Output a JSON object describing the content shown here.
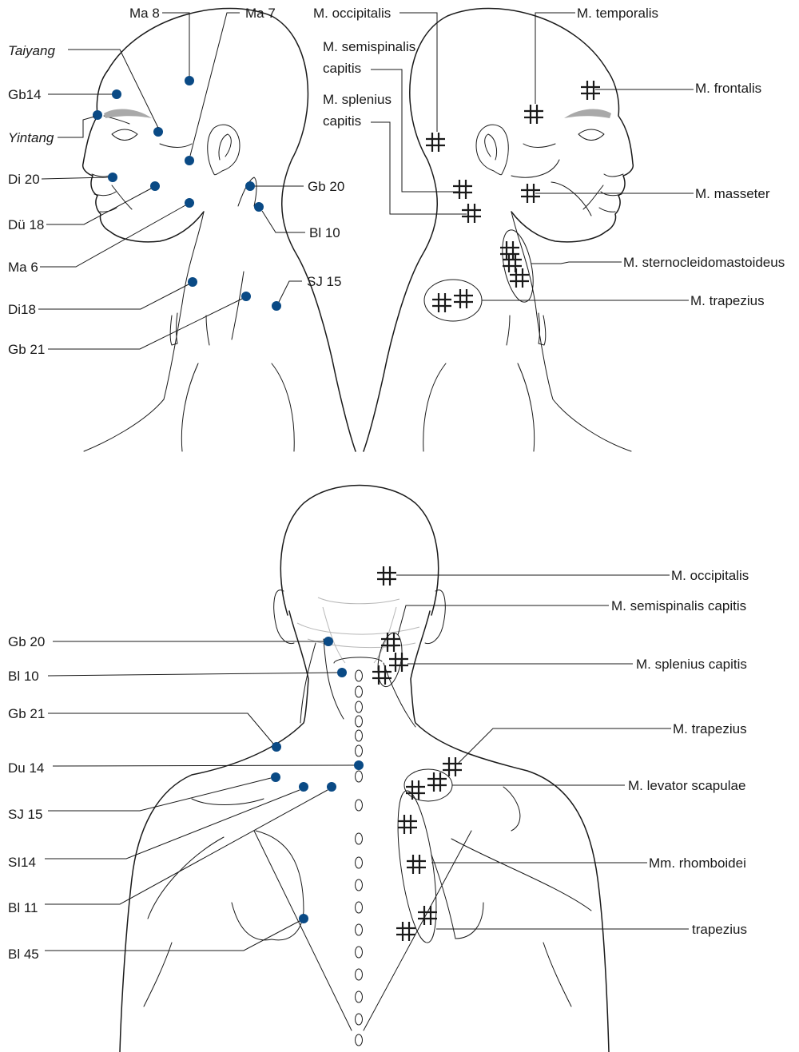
{
  "acupoint_color": "#0a4a85",
  "side_view_left": {
    "labels": {
      "ma8": "Ma 8",
      "ma7": "Ma 7",
      "taiyang": "Taiyang",
      "gb14": "Gb14",
      "yintang": "Yintang",
      "di20": "Di 20",
      "du18": "Dü 18",
      "ma6": "Ma 6",
      "di18": "Di18",
      "gb21": "Gb 21",
      "gb20": "Gb 20",
      "bl10": "Bl 10",
      "sj15": "SJ 15"
    }
  },
  "side_view_right": {
    "labels": {
      "occipitalis": "M. occipitalis",
      "semispinalis_1": "M. semispinalis",
      "semispinalis_2": "capitis",
      "splenius_1": "M. splenius",
      "splenius_2": "capitis",
      "temporalis": "M. temporalis",
      "frontalis": "M. frontalis",
      "masseter": "M. masseter",
      "sternocleidomastoideus": "M. sternocleidomastoideus",
      "trapezius": "M. trapezius"
    }
  },
  "back_view": {
    "left_labels": {
      "gb20": "Gb 20",
      "bl10": "Bl 10",
      "gb21": "Gb 21",
      "du14": "Du 14",
      "sj15": "SJ 15",
      "si14": "SI14",
      "bl11": "Bl 11",
      "bl45": "Bl 45"
    },
    "right_labels": {
      "occipitalis": "M. occipitalis",
      "semispinalis": "M. semispinalis capitis",
      "splenius": "M. splenius capitis",
      "trapezius": "M. trapezius",
      "levator": "M. levator scapulae",
      "rhomboidei": "Mm. rhomboidei",
      "trapezius_lower": "trapezius"
    }
  }
}
